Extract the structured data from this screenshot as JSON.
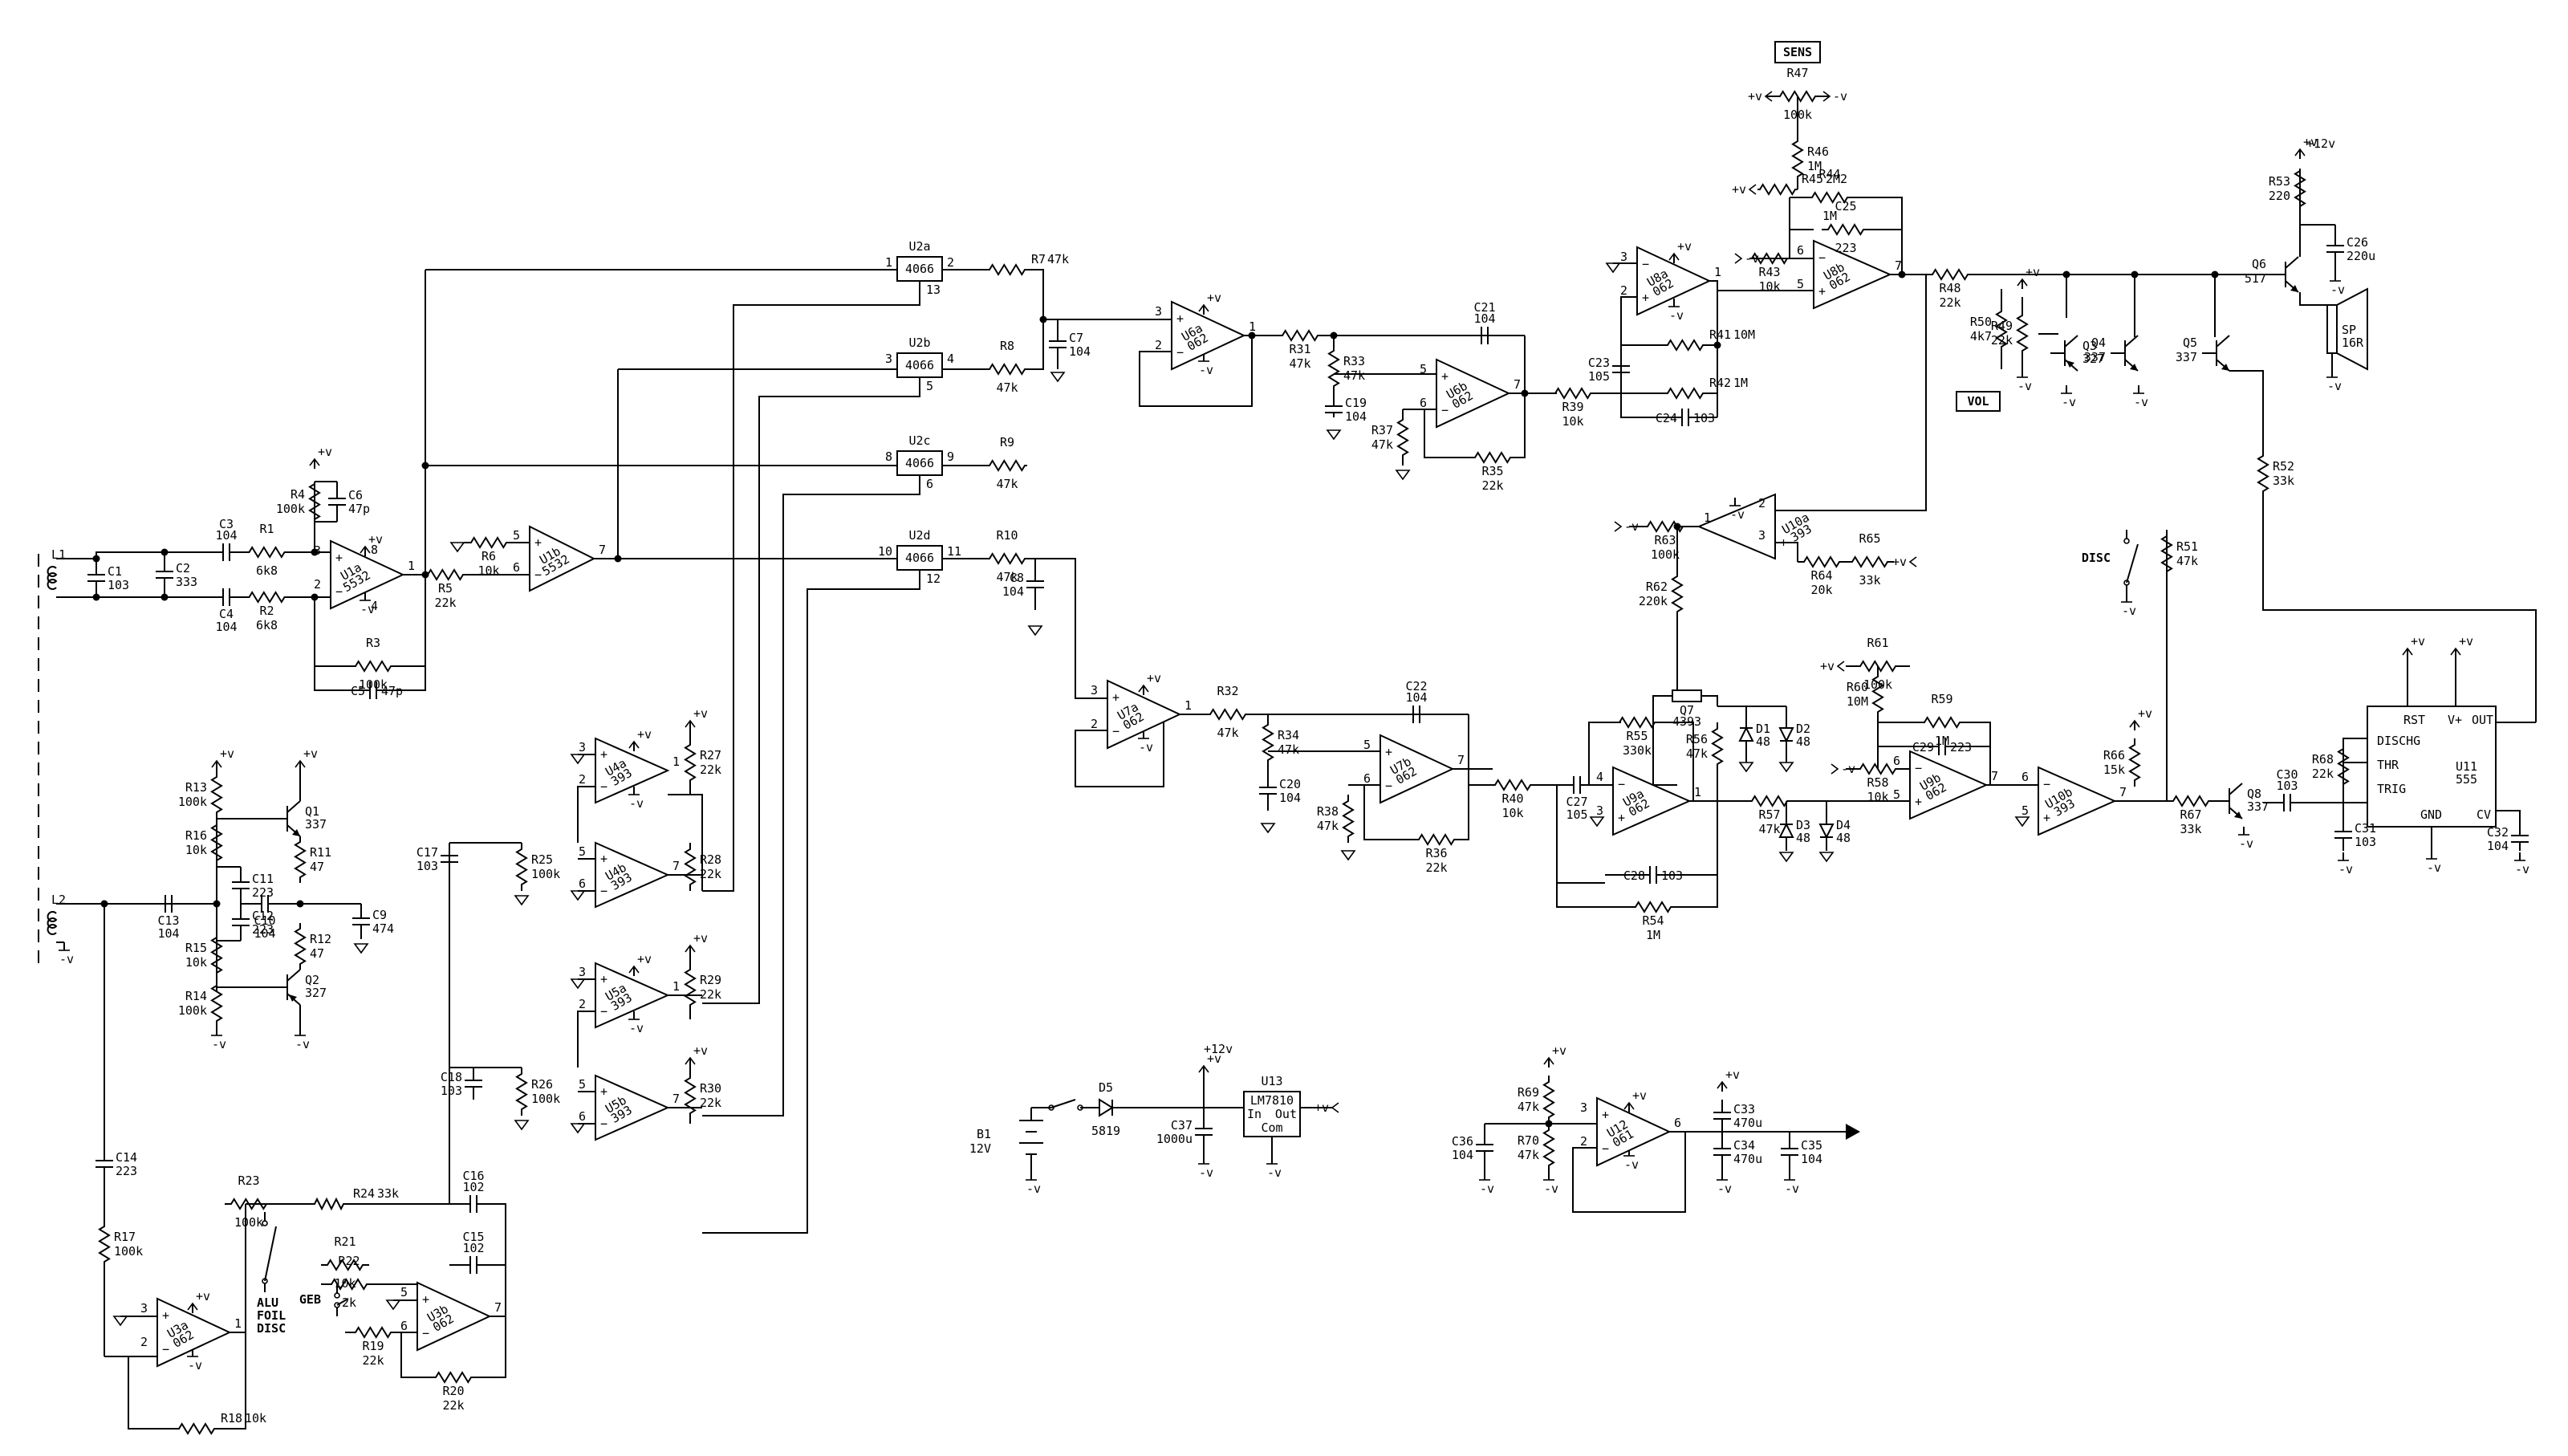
{
  "supplies": {
    "vplus": "+v",
    "vminus": "-v",
    "v12": "+12v"
  },
  "boxed_labels": {
    "sens": "SENS",
    "vol": "VOL"
  },
  "switch_labels": {
    "disc": "DISC",
    "alu1": "ALU",
    "alu2": "FOIL",
    "alu3": "DISC",
    "geb": "GEB"
  },
  "coils": {
    "l1": "L1",
    "l2": "L2"
  },
  "opamps": [
    {
      "ref": "U1a",
      "part": "5532"
    },
    {
      "ref": "U1b",
      "part": "5532"
    },
    {
      "ref": "U3a",
      "part": "062"
    },
    {
      "ref": "U3b",
      "part": "062"
    },
    {
      "ref": "U4a",
      "part": "393"
    },
    {
      "ref": "U4b",
      "part": "393"
    },
    {
      "ref": "U5a",
      "part": "393"
    },
    {
      "ref": "U5b",
      "part": "393"
    },
    {
      "ref": "U6a",
      "part": "062"
    },
    {
      "ref": "U6b",
      "part": "062"
    },
    {
      "ref": "U7a",
      "part": "062"
    },
    {
      "ref": "U7b",
      "part": "062"
    },
    {
      "ref": "U8a",
      "part": "062"
    },
    {
      "ref": "U8b",
      "part": "062"
    },
    {
      "ref": "U9a",
      "part": "062"
    },
    {
      "ref": "U9b",
      "part": "062"
    },
    {
      "ref": "U10a",
      "part": "393"
    },
    {
      "ref": "U10b",
      "part": "393"
    },
    {
      "ref": "U12",
      "part": "061"
    }
  ],
  "switches_ic": [
    {
      "ref": "U2a",
      "part": "4066",
      "pin_l": "1",
      "pin_r": "2",
      "pin_c": "13"
    },
    {
      "ref": "U2b",
      "part": "4066",
      "pin_l": "3",
      "pin_r": "4",
      "pin_c": "5"
    },
    {
      "ref": "U2c",
      "part": "4066",
      "pin_l": "8",
      "pin_r": "9",
      "pin_c": "6"
    },
    {
      "ref": "U2d",
      "part": "4066",
      "pin_l": "10",
      "pin_r": "11",
      "pin_c": "12"
    }
  ],
  "resistors": [
    {
      "ref": "R1",
      "val": "6k8"
    },
    {
      "ref": "R2",
      "val": "6k8"
    },
    {
      "ref": "R3",
      "val": "100k"
    },
    {
      "ref": "R4",
      "val": "100k"
    },
    {
      "ref": "R5",
      "val": "22k"
    },
    {
      "ref": "R6",
      "val": "10k"
    },
    {
      "ref": "R7",
      "val": "47k"
    },
    {
      "ref": "R8",
      "val": "47k"
    },
    {
      "ref": "R9",
      "val": "47k"
    },
    {
      "ref": "R10",
      "val": "47k"
    },
    {
      "ref": "R11",
      "val": "47"
    },
    {
      "ref": "R12",
      "val": "47"
    },
    {
      "ref": "R13",
      "val": "100k"
    },
    {
      "ref": "R14",
      "val": "100k"
    },
    {
      "ref": "R15",
      "val": "10k"
    },
    {
      "ref": "R16",
      "val": "10k"
    },
    {
      "ref": "R17",
      "val": "100k"
    },
    {
      "ref": "R18",
      "val": "10k"
    },
    {
      "ref": "R19",
      "val": "22k"
    },
    {
      "ref": "R20",
      "val": "22k"
    },
    {
      "ref": "R21",
      "val": "10k"
    },
    {
      "ref": "R22",
      "val": "2k"
    },
    {
      "ref": "R23",
      "val": "100k"
    },
    {
      "ref": "R24",
      "val": "33k"
    },
    {
      "ref": "R25",
      "val": "100k"
    },
    {
      "ref": "R26",
      "val": "100k"
    },
    {
      "ref": "R27",
      "val": "22k"
    },
    {
      "ref": "R28",
      "val": "22k"
    },
    {
      "ref": "R29",
      "val": "22k"
    },
    {
      "ref": "R30",
      "val": "22k"
    },
    {
      "ref": "R31",
      "val": "47k"
    },
    {
      "ref": "R32",
      "val": "47k"
    },
    {
      "ref": "R33",
      "val": "47k"
    },
    {
      "ref": "R34",
      "val": "47k"
    },
    {
      "ref": "R35",
      "val": "22k"
    },
    {
      "ref": "R36",
      "val": "22k"
    },
    {
      "ref": "R37",
      "val": "47k"
    },
    {
      "ref": "R38",
      "val": "47k"
    },
    {
      "ref": "R39",
      "val": "10k"
    },
    {
      "ref": "R40",
      "val": "10k"
    },
    {
      "ref": "R41",
      "val": "10M"
    },
    {
      "ref": "R42",
      "val": "1M"
    },
    {
      "ref": "R43",
      "val": "10k"
    },
    {
      "ref": "R44",
      "val": "1M"
    },
    {
      "ref": "R45",
      "val": "2M2"
    },
    {
      "ref": "R46",
      "val": "1M"
    },
    {
      "ref": "R47",
      "val": "100k"
    },
    {
      "ref": "R48",
      "val": "22k"
    },
    {
      "ref": "R49",
      "val": "22k"
    },
    {
      "ref": "R50",
      "val": "4k7"
    },
    {
      "ref": "R51",
      "val": "47k"
    },
    {
      "ref": "R52",
      "val": "33k"
    },
    {
      "ref": "R53",
      "val": "220"
    },
    {
      "ref": "R54",
      "val": "1M"
    },
    {
      "ref": "R55",
      "val": "330k"
    },
    {
      "ref": "R56",
      "val": "47k"
    },
    {
      "ref": "R57",
      "val": "47k"
    },
    {
      "ref": "R58",
      "val": "10k"
    },
    {
      "ref": "R59",
      "val": "1M"
    },
    {
      "ref": "R60",
      "val": "10M"
    },
    {
      "ref": "R61",
      "val": "100k"
    },
    {
      "ref": "R62",
      "val": "220k"
    },
    {
      "ref": "R63",
      "val": "100k"
    },
    {
      "ref": "R64",
      "val": "20k"
    },
    {
      "ref": "R65",
      "val": "33k"
    },
    {
      "ref": "R66",
      "val": "15k"
    },
    {
      "ref": "R67",
      "val": "33k"
    },
    {
      "ref": "R68",
      "val": "22k"
    },
    {
      "ref": "R69",
      "val": "47k"
    },
    {
      "ref": "R70",
      "val": "47k"
    }
  ],
  "capacitors": [
    {
      "ref": "C1",
      "val": "103"
    },
    {
      "ref": "C2",
      "val": "333"
    },
    {
      "ref": "C3",
      "val": "104"
    },
    {
      "ref": "C4",
      "val": "104"
    },
    {
      "ref": "C5",
      "val": "47p"
    },
    {
      "ref": "C6",
      "val": "47p"
    },
    {
      "ref": "C7",
      "val": "104"
    },
    {
      "ref": "C8",
      "val": "104"
    },
    {
      "ref": "C9",
      "val": "474"
    },
    {
      "ref": "C10",
      "val": "104"
    },
    {
      "ref": "C11",
      "val": "223"
    },
    {
      "ref": "C12",
      "val": "223"
    },
    {
      "ref": "C13",
      "val": "104"
    },
    {
      "ref": "C14",
      "val": "223"
    },
    {
      "ref": "C15",
      "val": "102"
    },
    {
      "ref": "C16",
      "val": "102"
    },
    {
      "ref": "C17",
      "val": "103"
    },
    {
      "ref": "C18",
      "val": "103"
    },
    {
      "ref": "C19",
      "val": "104"
    },
    {
      "ref": "C20",
      "val": "104"
    },
    {
      "ref": "C21",
      "val": "104"
    },
    {
      "ref": "C22",
      "val": "104"
    },
    {
      "ref": "C23",
      "val": "105"
    },
    {
      "ref": "C24",
      "val": "103"
    },
    {
      "ref": "C25",
      "val": "223"
    },
    {
      "ref": "C26",
      "val": "220u"
    },
    {
      "ref": "C27",
      "val": "105"
    },
    {
      "ref": "C28",
      "val": "103"
    },
    {
      "ref": "C29",
      "val": "223"
    },
    {
      "ref": "C30",
      "val": "103"
    },
    {
      "ref": "C31",
      "val": "103"
    },
    {
      "ref": "C32",
      "val": "104"
    },
    {
      "ref": "C33",
      "val": "470u"
    },
    {
      "ref": "C34",
      "val": "470u"
    },
    {
      "ref": "C35",
      "val": "104"
    },
    {
      "ref": "C36",
      "val": "104"
    },
    {
      "ref": "C37",
      "val": "1000u"
    }
  ],
  "transistors": [
    {
      "ref": "Q1",
      "val": "337"
    },
    {
      "ref": "Q2",
      "val": "327"
    },
    {
      "ref": "Q3",
      "val": "327"
    },
    {
      "ref": "Q4",
      "val": "337"
    },
    {
      "ref": "Q5",
      "val": "337"
    },
    {
      "ref": "Q6",
      "val": "517"
    },
    {
      "ref": "Q7",
      "val": "4393"
    },
    {
      "ref": "Q8",
      "val": "337"
    }
  ],
  "diodes": [
    {
      "ref": "D1",
      "val": "48"
    },
    {
      "ref": "D2",
      "val": "48"
    },
    {
      "ref": "D3",
      "val": "48"
    },
    {
      "ref": "D4",
      "val": "48"
    },
    {
      "ref": "D5",
      "val": "5819"
    }
  ],
  "timer": {
    "ref": "U11",
    "part": "555",
    "pins": {
      "rst": "RST",
      "vplus": "V+",
      "out": "OUT",
      "dischg": "DISCHG",
      "thr": "THR",
      "trig": "TRIG",
      "gnd": "GND",
      "cv": "CV"
    }
  },
  "regulator": {
    "ref": "U13",
    "part": "LM7810",
    "in": "In",
    "out": "Out",
    "com": "Com"
  },
  "battery": {
    "ref": "B1",
    "val": "12V"
  },
  "speaker": {
    "ref": "SP",
    "val": "16R"
  }
}
